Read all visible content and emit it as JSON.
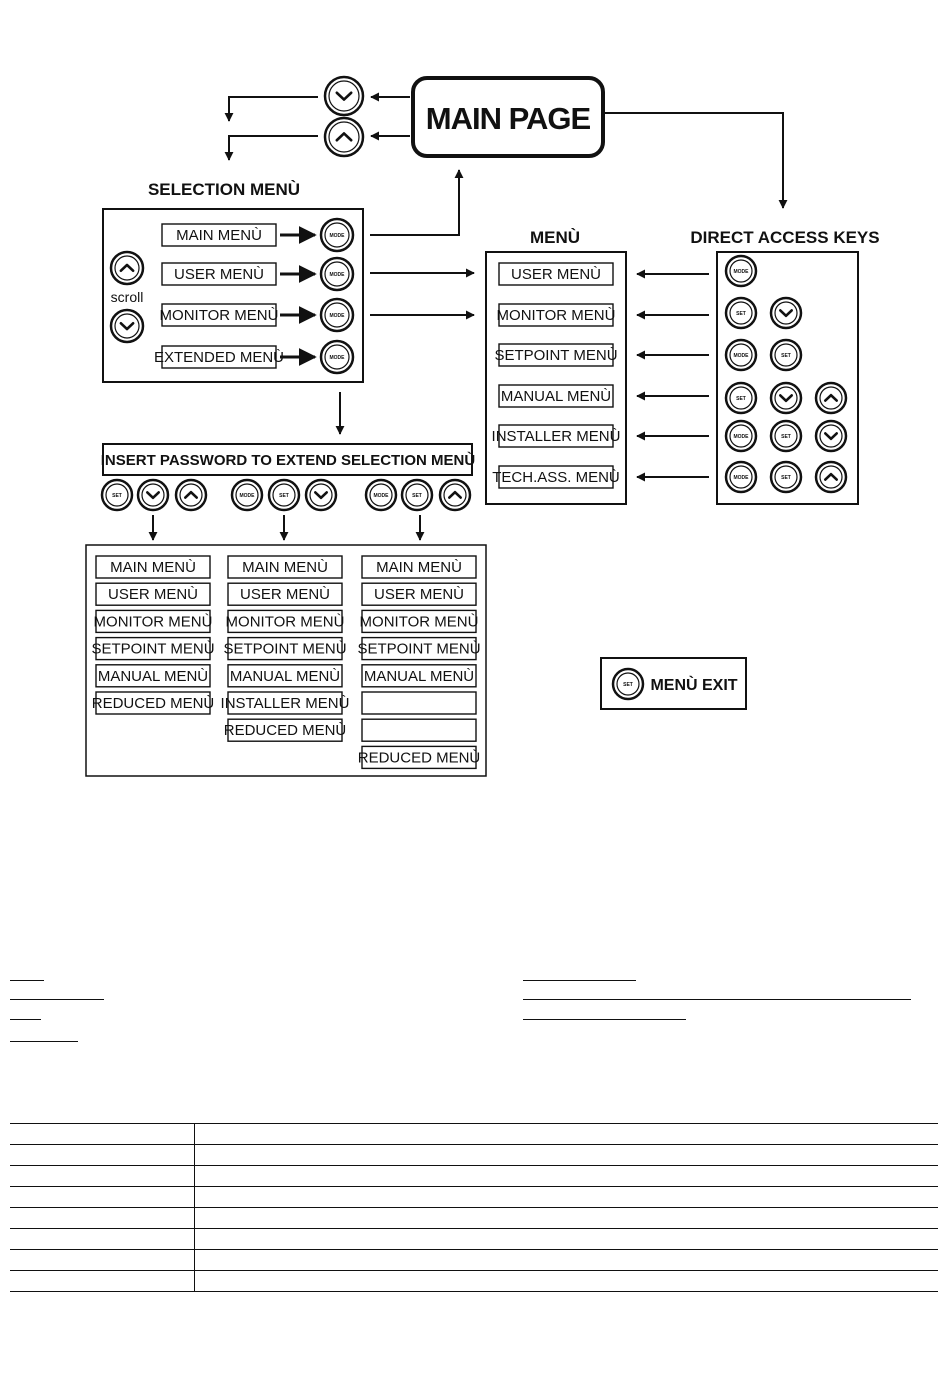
{
  "main_page": "MAIN PAGE",
  "selection_menu": {
    "title": "SELECTION MENÙ",
    "scroll": "scroll",
    "items": [
      "MAIN MENÙ",
      "USER MENÙ",
      "MONITOR MENÙ",
      "EXTENDED MENÙ"
    ]
  },
  "menu": {
    "title": "MENÙ",
    "items": [
      "USER MENÙ",
      "MONITOR MENÙ",
      "SETPOINT MENÙ",
      "MANUAL MENÙ",
      "INSTALLER MENÙ",
      "TECH.ASS. MENÙ"
    ]
  },
  "direct_access": {
    "title": "DIRECT ACCESS KEYS",
    "rows": [
      [
        "mode"
      ],
      [
        "set",
        "down"
      ],
      [
        "mode",
        "set"
      ],
      [
        "set",
        "down",
        "up"
      ],
      [
        "mode",
        "set",
        "down"
      ],
      [
        "mode",
        "set",
        "up"
      ]
    ]
  },
  "password_box": "INSERT PASSWORD TO EXTEND SELECTION MENÙ",
  "key_labels": {
    "mode": "MODE",
    "set": "SET"
  },
  "extended": {
    "combos": [
      [
        "set",
        "down",
        "up"
      ],
      [
        "mode",
        "set",
        "down"
      ],
      [
        "mode",
        "set",
        "up"
      ]
    ],
    "columns": [
      [
        "MAIN MENÙ",
        "USER MENÙ",
        "MONITOR MENÙ",
        "SETPOINT MENÙ",
        "MANUAL MENÙ",
        "REDUCED MENÙ"
      ],
      [
        "MAIN MENÙ",
        "USER MENÙ",
        "MONITOR MENÙ",
        "SETPOINT MENÙ",
        "MANUAL MENÙ",
        "INSTALLER MENÙ",
        "REDUCED MENÙ"
      ],
      [
        "MAIN MENÙ",
        "USER MENÙ",
        "MONITOR MENÙ",
        "SETPOINT MENÙ",
        "MANUAL MENÙ",
        "",
        "",
        "REDUCED MENÙ"
      ]
    ]
  },
  "menu_exit": {
    "key": "set",
    "label": "MENÙ EXIT"
  },
  "icons": [
    "chevron-down-icon",
    "chevron-up-icon",
    "mode-key-icon",
    "set-key-icon",
    "arrow-icon"
  ]
}
